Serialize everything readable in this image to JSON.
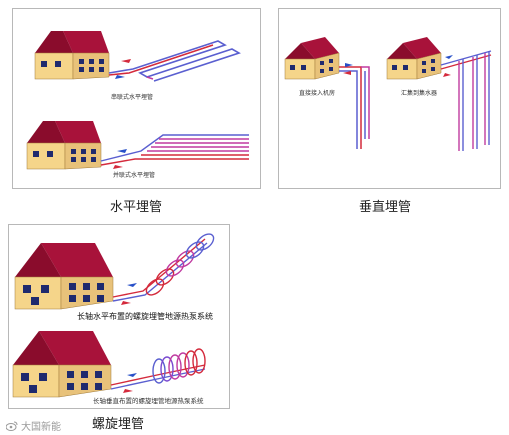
{
  "panels": {
    "horizontal": {
      "caption": "水平埋管",
      "top_label": "串联式水平埋管",
      "bottom_label": "并联式水平埋管"
    },
    "vertical": {
      "caption": "垂直埋管",
      "left_label": "直接接入机房",
      "right_label": "汇集到集水器"
    },
    "spiral": {
      "caption": "螺旋埋管",
      "top_label": "长轴水平布置的螺旋埋管地源热泵系统",
      "bottom_label": "长轴垂直布置的螺旋埋管地源热泵系统"
    }
  },
  "watermark": {
    "text": "大国新能",
    "icon": "weibo-logo-icon"
  },
  "colors": {
    "roof": "#a8123a",
    "wall": "#f5d58a",
    "window": "#1e2a6e",
    "pipe_hot": "#d42a3c",
    "pipe_cold": "#5a5fd0",
    "arrow": "#2850c8"
  }
}
